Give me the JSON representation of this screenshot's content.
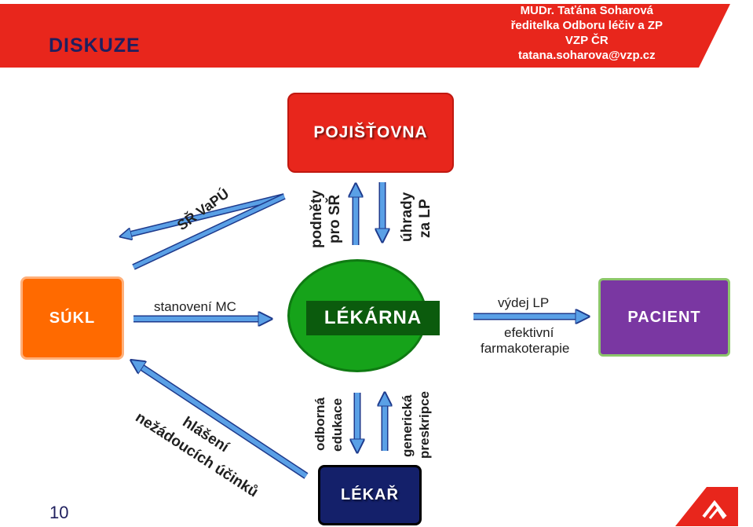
{
  "header": {
    "title": "DISKUZE",
    "author_lines": [
      "MUDr. Taťána Soharová",
      "ředitelka Odboru léčiv a ZP",
      "VZP ČR",
      "tatana.soharova@vzp.cz"
    ]
  },
  "nodes": {
    "pojistovna": "POJIŠŤOVNA",
    "sukl": "SÚKL",
    "lekarna": "LÉKÁRNA",
    "pacient": "PACIENT",
    "lekar": "LÉKAŘ"
  },
  "edges": {
    "sr_vapu": "SŘ VaPÚ",
    "podnety_line1": "podněty",
    "podnety_line2": "pro SŘ",
    "uhrady_line1": "úhrady",
    "uhrady_line2": "za LP",
    "stanoveni_mc": "stanovení MC",
    "vydej_lp": "výdej LP",
    "efektivni": "efektivní",
    "farmakoterapie": "farmakoterapie",
    "hlaseni": "hlášení",
    "nezadoucich": "nežádoucích účinků",
    "odborna": "odborná",
    "edukace": "edukace",
    "genericka": "generická",
    "preskripce": "preskripce"
  },
  "footer": {
    "page_number": "10",
    "logo": "VZP logo"
  },
  "colors": {
    "header_red": "#e8261c",
    "arrow_blue": "#5aa0e6",
    "arrow_outline": "#1e3a8c",
    "sukl_orange": "#ff6a00",
    "lekarna_green": "#16a31a",
    "pacient_purple": "#7a37a2",
    "lekar_navy": "#14206a"
  }
}
